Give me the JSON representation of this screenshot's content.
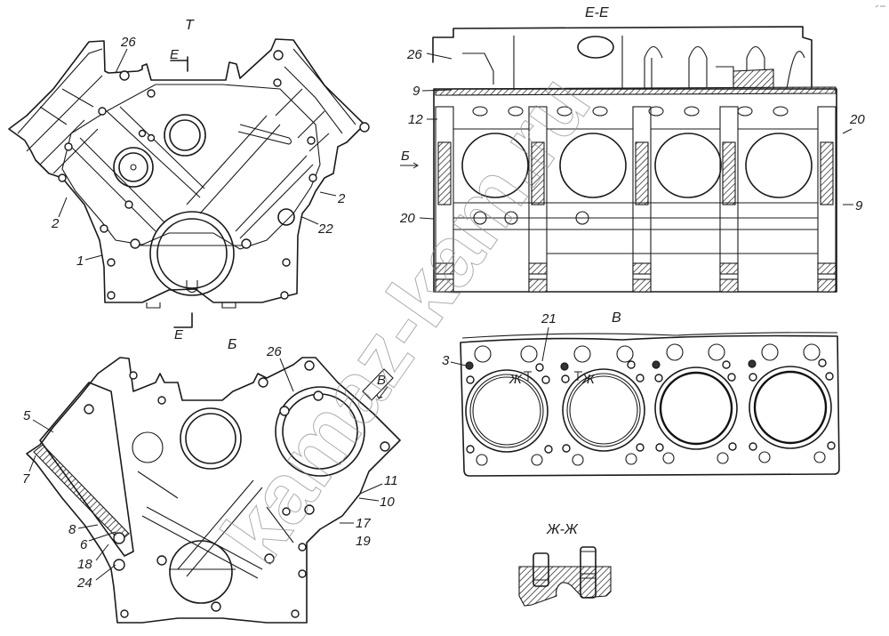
{
  "views": {
    "front": {
      "title": "Т",
      "section_mark_top": "Е",
      "section_mark_bottom": "Е",
      "callouts": [
        "26",
        "2",
        "2",
        "22",
        "1"
      ]
    },
    "section_ee": {
      "title": "Е-Е",
      "arrow_label": "Б",
      "callouts": [
        "26",
        "9",
        "12",
        "20",
        "20",
        "9"
      ]
    },
    "rear": {
      "title": "Б",
      "arrow_label": "В",
      "callouts": [
        "26",
        "5",
        "7",
        "11",
        "10",
        "8",
        "6",
        "17",
        "19",
        "18",
        "24"
      ]
    },
    "gasket_view_v": {
      "title": "В",
      "section_marks": [
        "Ж",
        "Ж"
      ],
      "callouts": [
        "3",
        "21"
      ]
    },
    "section_zhzh": {
      "title": "Ж-Ж"
    }
  },
  "watermark": "kamaz-kam.ru"
}
